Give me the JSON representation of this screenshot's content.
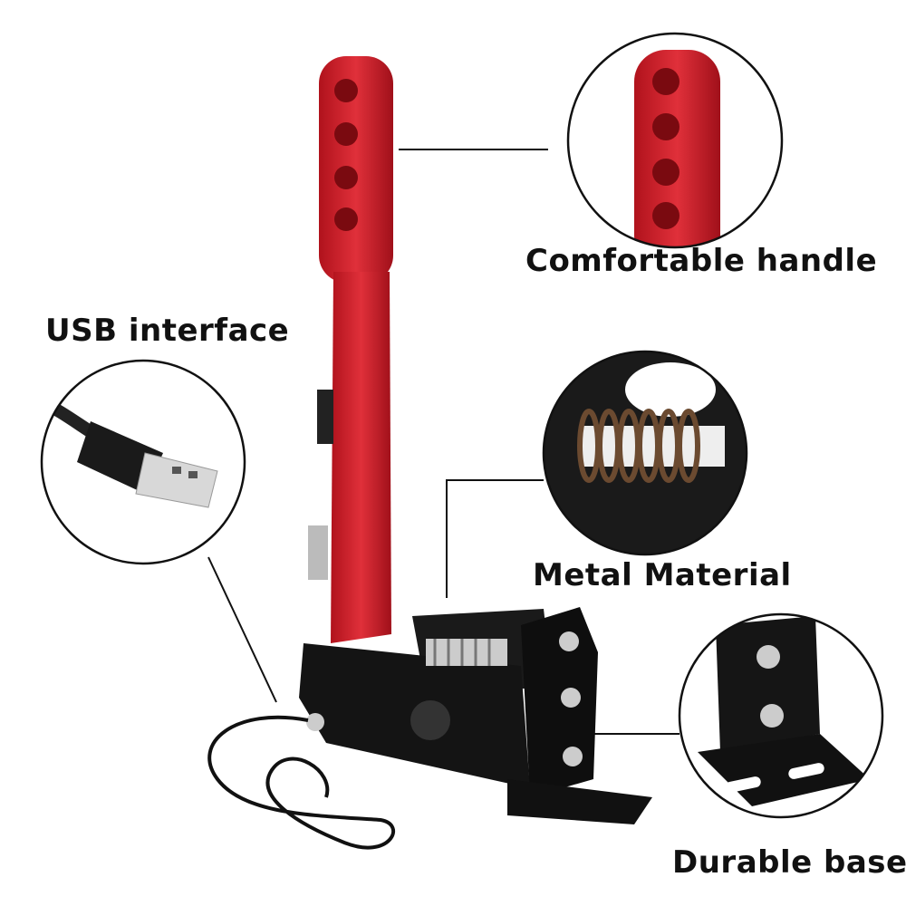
{
  "labels": {
    "handle": "Comfortable handle",
    "usb": "USB interface",
    "material": "Metal Material",
    "base": "Durable base"
  },
  "colors": {
    "handle_red": "#d0202a",
    "base_black": "#141414",
    "callout_line": "#111111"
  }
}
